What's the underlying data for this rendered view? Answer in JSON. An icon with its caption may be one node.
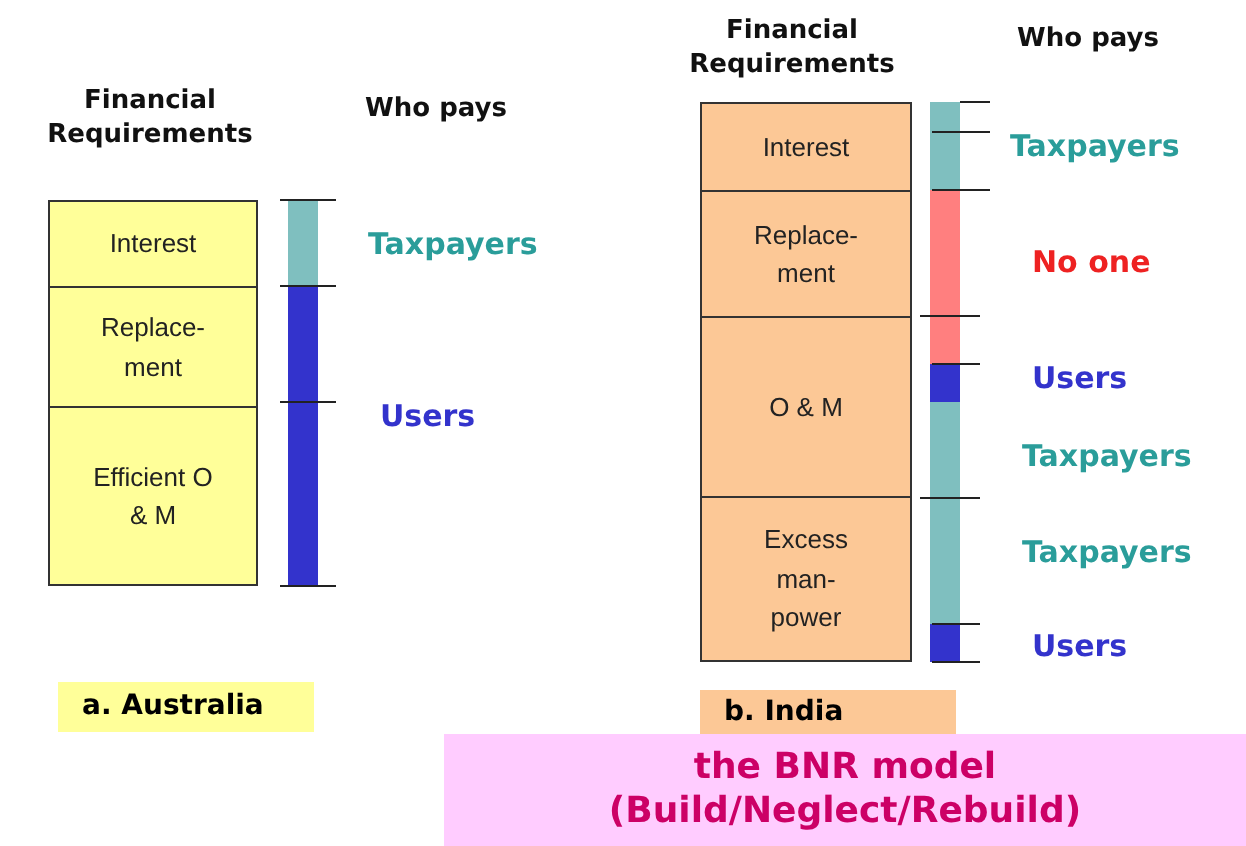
{
  "diagram": {
    "nodes": [
      {
        "text": [
          "Interest"
        ]
      },
      {
        "text": [
          "Replace- ment"
        ]
      },
      {
        "text": [
          "Efficient O & M"
        ]
      },
      {
        "text": [
          "Interest"
        ]
      },
      {
        "text": [
          "Replace- ment"
        ]
      },
      {
        "text": [
          "O & M"
        ]
      },
      {
        "text": [
          "Excess man- power"
        ]
      },
      {
        "text": [
          "a. Australia"
        ]
      },
      {
        "text": [
          "b. India"
        ]
      },
      {
        "text": [
          "the BNR model (Build/Neglect/Rebuild)"
        ]
      }
    ],
    "labels": [
      "Financial Requirements",
      "Who pays",
      "Taxpayers",
      "Users",
      "Financial Requirements",
      "Who pays",
      "Taxpayers",
      "No one",
      "Users",
      "Taxpayers",
      "Taxpayers",
      "Users"
    ]
  }
}
